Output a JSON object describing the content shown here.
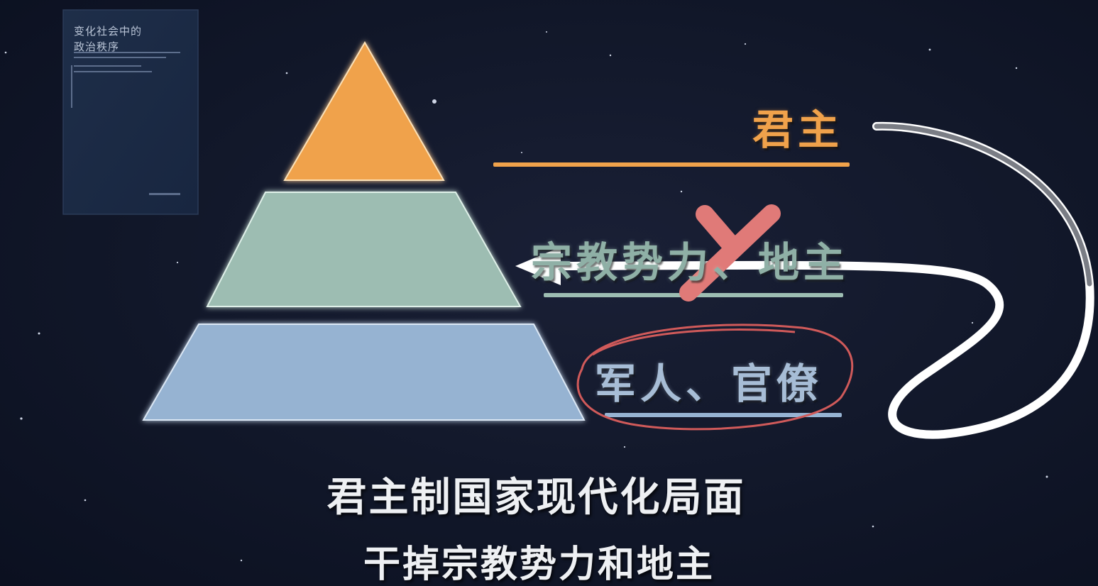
{
  "book": {
    "title_line1": "变化社会中的",
    "title_line2": "政治秩序"
  },
  "pyramid": {
    "tiers": [
      {
        "name": "top",
        "color": "#f0a24b"
      },
      {
        "name": "middle",
        "color": "#9dbdb2"
      },
      {
        "name": "bottom",
        "color": "#96b3d2"
      }
    ]
  },
  "labels": {
    "top": "君主",
    "middle": "宗教势力、地主",
    "bottom": "军人、官僚"
  },
  "colors": {
    "background": "#111729",
    "cross_mark": "#e07a78",
    "circle": "#d05a5a",
    "arrow": "#ffffff"
  },
  "captions": {
    "line1": "君主制国家现代化局面",
    "line2": "干掉宗教势力和地主"
  }
}
